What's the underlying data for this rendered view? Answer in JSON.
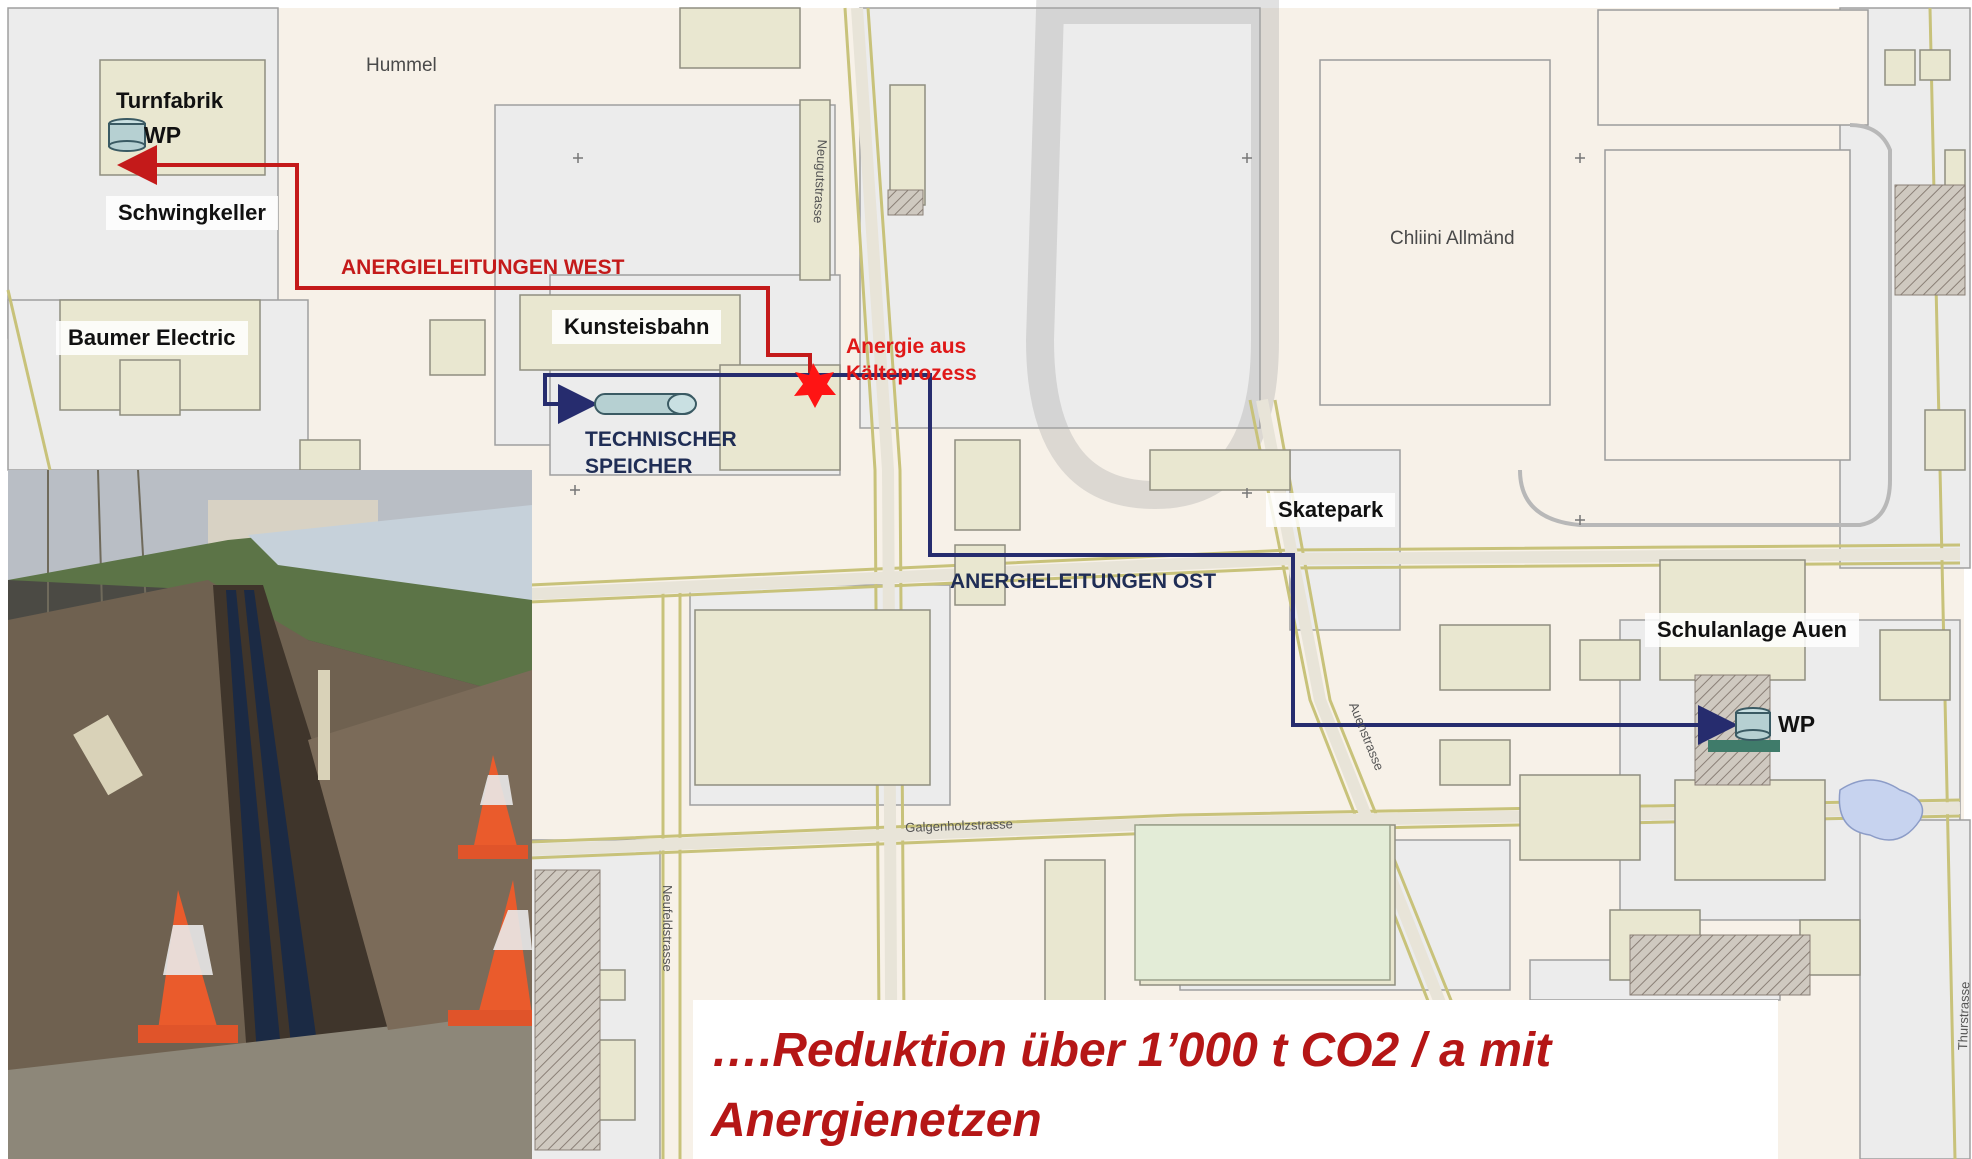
{
  "labels": {
    "hummel": "Hummel",
    "turnfabrik": "Turnfabrik",
    "wp_west": "WP",
    "schwingkeller": "Schwingkeller",
    "baumer": "Baumer Electric",
    "anergie_west": "ANERGIELEITUNGEN WEST",
    "kunsteisbahn": "Kunsteisbahn",
    "anergie_source_line1": "Anergie aus",
    "anergie_source_line2": "Kälteprozess",
    "speicher_line1": "TECHNISCHER",
    "speicher_line2": "SPEICHER",
    "chliini": "Chliini Allmänd",
    "skatepark": "Skatepark",
    "anergie_ost": "ANERGIELEITUNGEN OST",
    "schulanlage": "Schulanlage Auen",
    "wp_east": "WP"
  },
  "streets": {
    "neugutstrasse": "Neugutstrasse",
    "neufeldstrasse": "Neufeldstrasse",
    "galgenholzstrasse": "Galgenholzstrasse",
    "auenstrasse": "Auenstrasse",
    "thurstrasse": "Thurstrasse"
  },
  "caption": {
    "text": "….Reduktion über 1’000 t CO2 / a mit Anergienetzen"
  },
  "colors": {
    "west_line": "#c41a1a",
    "east_line": "#262c6e",
    "source_star": "#ff1414",
    "caption_text": "#b51616",
    "map_background": "#f7f1e8",
    "building_fill": "#e9e7d0"
  },
  "icons": {
    "storage_tank": "cylinder-tank-icon",
    "heat_pump": "heat-pump-tank-icon",
    "source": "red-star-icon"
  }
}
